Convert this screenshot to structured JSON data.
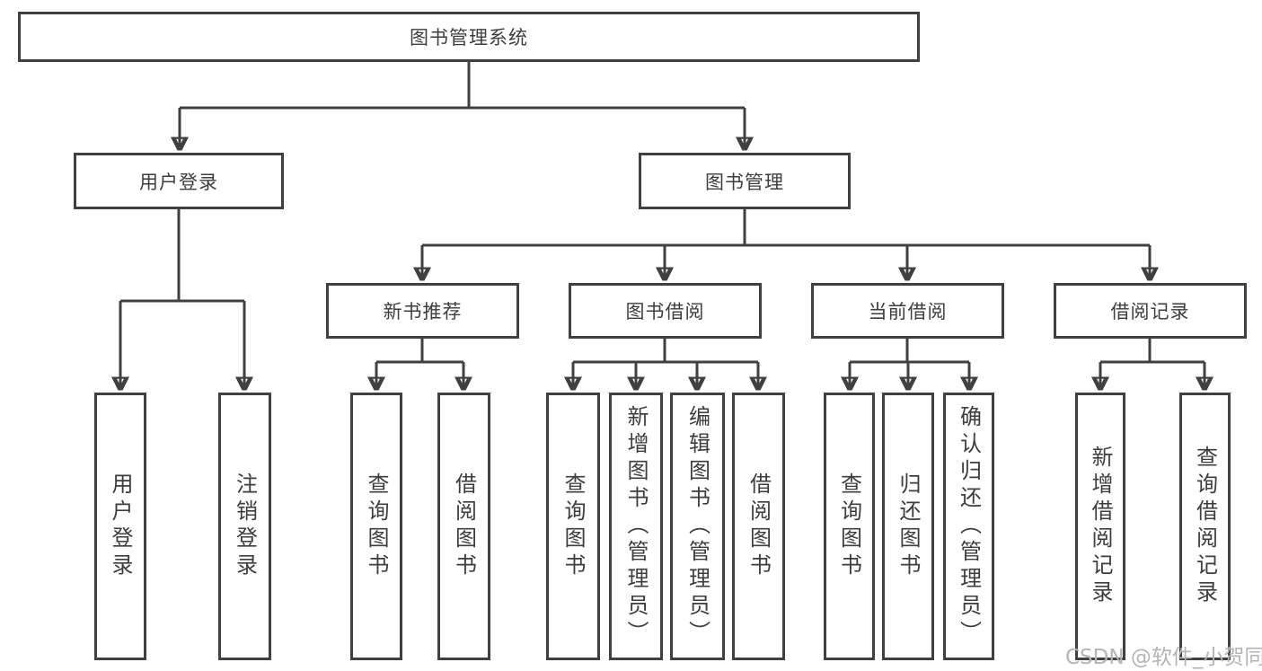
{
  "diagram": {
    "title": "图书管理系统",
    "user_login": {
      "label": "用户登录",
      "children": [
        "用户登录",
        "注销登录"
      ]
    },
    "book_management": {
      "label": "图书管理",
      "sections": [
        {
          "label": "新书推荐",
          "children": [
            "查询图书",
            "借阅图书"
          ]
        },
        {
          "label": "图书借阅",
          "children": [
            "查询图书",
            "新增图书（管理员）",
            "编辑图书（管理员）",
            "借阅图书"
          ]
        },
        {
          "label": "当前借阅",
          "children": [
            "查询图书",
            "归还图书",
            "确认归还（管理员）"
          ]
        },
        {
          "label": "借阅记录",
          "children": [
            "新增借阅记录",
            "查询借阅记录"
          ]
        }
      ]
    }
  },
  "watermark": "CSDN @软件_小贺同学",
  "colors": {
    "line": "#404040",
    "text": "#3d3d3f",
    "watermark": "#b4b4b4",
    "background": "#ffffff"
  }
}
